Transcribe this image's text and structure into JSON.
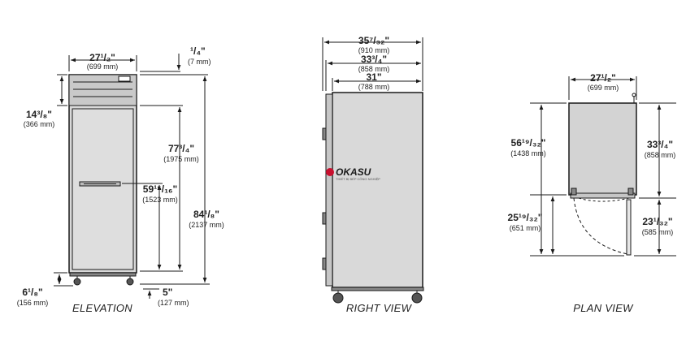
{
  "views": {
    "elevation": {
      "label": "ELEVATION",
      "width": {
        "main": "27¹/₂\"",
        "sub": "(699 mm)"
      },
      "top_gap": {
        "main": "¹/₄\"",
        "sub": "(7 mm)"
      },
      "grille": {
        "main": "14³/₈\"",
        "sub": "(366 mm)"
      },
      "door": {
        "main": "77³/₄\"",
        "sub": "(1975 mm)"
      },
      "handle": {
        "main": "59¹⁵/₁₆\"",
        "sub": "(1523 mm)"
      },
      "overall": {
        "main": "84¹/₈\"",
        "sub": "(2137 mm)"
      },
      "legs": {
        "main": "6¹/₈\"",
        "sub": "(156 mm)"
      },
      "floor": {
        "main": "5\"",
        "sub": "(127 mm)"
      }
    },
    "right": {
      "label": "RIGHT VIEW",
      "depth_total": {
        "main": "35⁷/₃₂\"",
        "sub": "(910 mm)"
      },
      "depth_door": {
        "main": "33³/₄\"",
        "sub": "(858 mm)"
      },
      "depth_cabinet": {
        "main": "31\"",
        "sub": "(788 mm)"
      }
    },
    "plan": {
      "label": "PLAN VIEW",
      "width": {
        "main": "27¹/₂\"",
        "sub": "(699 mm)"
      },
      "swing_total": {
        "main": "56¹⁹/₃₂\"",
        "sub": "(1438 mm)"
      },
      "depth": {
        "main": "33³/₄\"",
        "sub": "(858 mm)"
      },
      "swing_left": {
        "main": "25¹⁹/₃₂\"",
        "sub": "(651 mm)"
      },
      "swing_right": {
        "main": "23¹/₃₂\"",
        "sub": "(585 mm)"
      }
    }
  },
  "watermark": {
    "brand": "OKASU",
    "tagline": "THIẾT BỊ BẾP CÔNG NGHIỆP"
  },
  "colors": {
    "line": "#1a1a1a",
    "cabinet_fill": "#d9d9d9",
    "panel_fill": "#c6c6c6",
    "plan_fill": "#d3d3d3",
    "logo_accent": "#c8102e"
  }
}
